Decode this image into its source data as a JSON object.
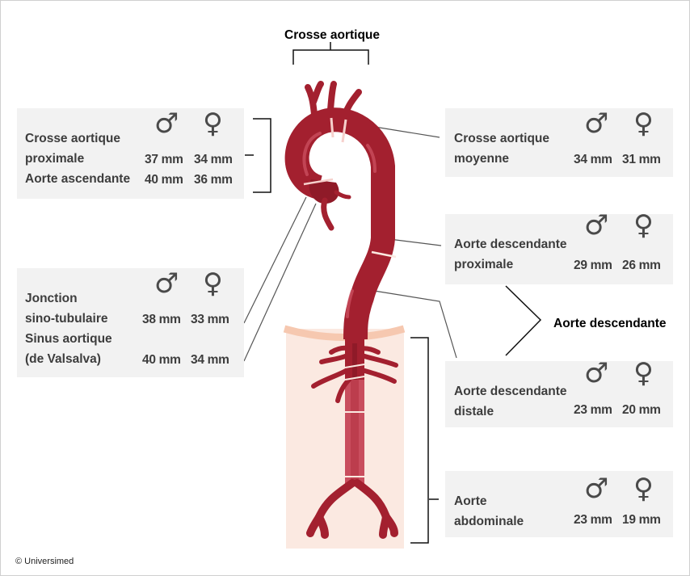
{
  "title_top": "Crosse aortique",
  "title_desc": "Aorte descendante",
  "copyright": "© Universimed",
  "symbols": {
    "male": "♂",
    "female": "♀"
  },
  "boxes": [
    {
      "id": "proximal-arch",
      "lines": [
        "Crosse aortique",
        "proximale",
        "Aorte ascendante"
      ],
      "values": [
        {
          "male": "37 mm",
          "female": "34 mm"
        },
        {
          "male": "40 mm",
          "female": "36 mm"
        }
      ]
    },
    {
      "id": "sinotubular",
      "lines": [
        "Jonction",
        "sino-tubulaire",
        "Sinus aortique",
        "(de Valsalva)"
      ],
      "values": [
        {
          "male": "38 mm",
          "female": "33 mm"
        },
        {
          "male": "40 mm",
          "female": "34 mm"
        }
      ]
    },
    {
      "id": "mid-arch",
      "lines": [
        "Crosse aortique",
        "moyenne"
      ],
      "values": [
        {
          "male": "34 mm",
          "female": "31 mm"
        }
      ]
    },
    {
      "id": "proximal-descending",
      "lines": [
        "Aorte descendante",
        "proximale"
      ],
      "values": [
        {
          "male": "29 mm",
          "female": "26 mm"
        }
      ]
    },
    {
      "id": "distal-descending",
      "lines": [
        "Aorte descendante",
        "distale"
      ],
      "values": [
        {
          "male": "23 mm",
          "female": "20 mm"
        }
      ]
    },
    {
      "id": "abdominal",
      "lines": [
        "Aorte",
        "abdominale"
      ],
      "values": [
        {
          "male": "23 mm",
          "female": "19 mm"
        }
      ]
    }
  ],
  "colors": {
    "aorta": "#a3202f",
    "aorta_light": "#c94e5e",
    "abdomen_bg": "#fbe9e1",
    "diaphragm": "#f6c8b0",
    "box_bg": "#f2f2f2"
  }
}
